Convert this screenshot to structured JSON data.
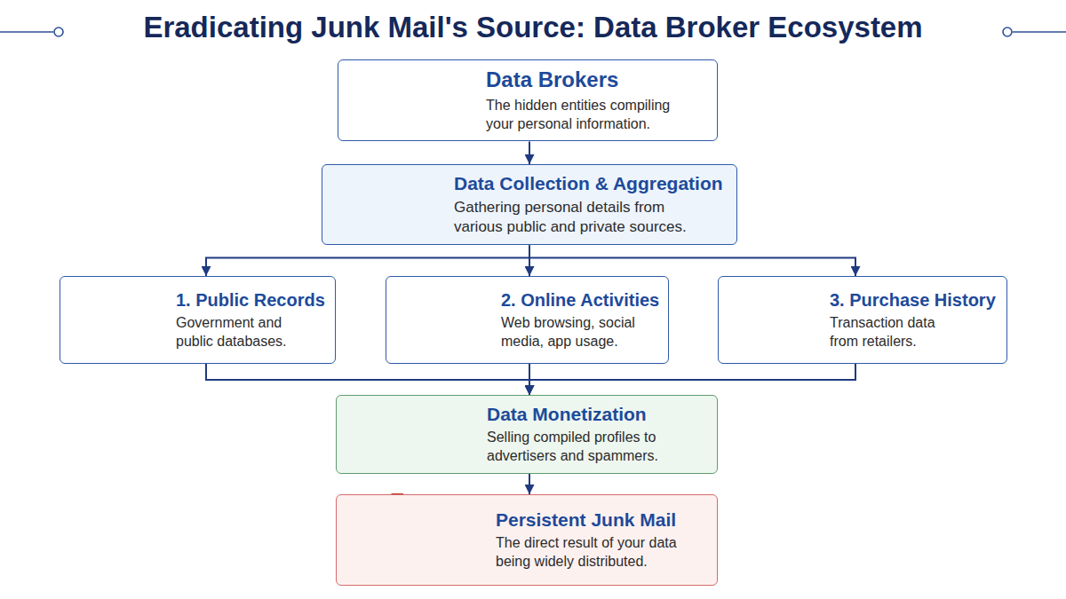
{
  "diagram": {
    "title": "Eradicating Junk Mail's Source: Data Broker Ecosystem",
    "nodes": [
      {
        "text": [
          "Data Brokers",
          "The hidden entities compiling your personal information."
        ]
      },
      {
        "text": [
          "Data Collection & Aggregation",
          "Gathering personal details from various public and private sources."
        ]
      },
      {
        "text": [
          "1. Public Records",
          "Government and public databases."
        ]
      },
      {
        "text": [
          "2. Online Activities",
          "Web browsing, social media, app usage."
        ]
      },
      {
        "text": [
          "3. Purchase History",
          "Transaction data from retailers."
        ]
      },
      {
        "text": [
          "Data Monetization",
          "Selling compiled profiles to advertisers and spammers."
        ]
      },
      {
        "text": [
          "Persistent Junk Mail",
          "The direct result of your data being widely distributed."
        ]
      }
    ],
    "edges": [
      {
        "from": 0,
        "to": 1,
        "arrow": "to"
      },
      {
        "from": 1,
        "to": 2,
        "arrow": "to"
      },
      {
        "from": 1,
        "to": 3,
        "arrow": "to"
      },
      {
        "from": 1,
        "to": 4,
        "arrow": "to"
      },
      {
        "from": 2,
        "to": 5,
        "arrow": "to"
      },
      {
        "from": 3,
        "to": 5,
        "arrow": "to"
      },
      {
        "from": 4,
        "to": 5,
        "arrow": "to"
      },
      {
        "from": 5,
        "to": 6,
        "arrow": "to"
      }
    ]
  }
}
